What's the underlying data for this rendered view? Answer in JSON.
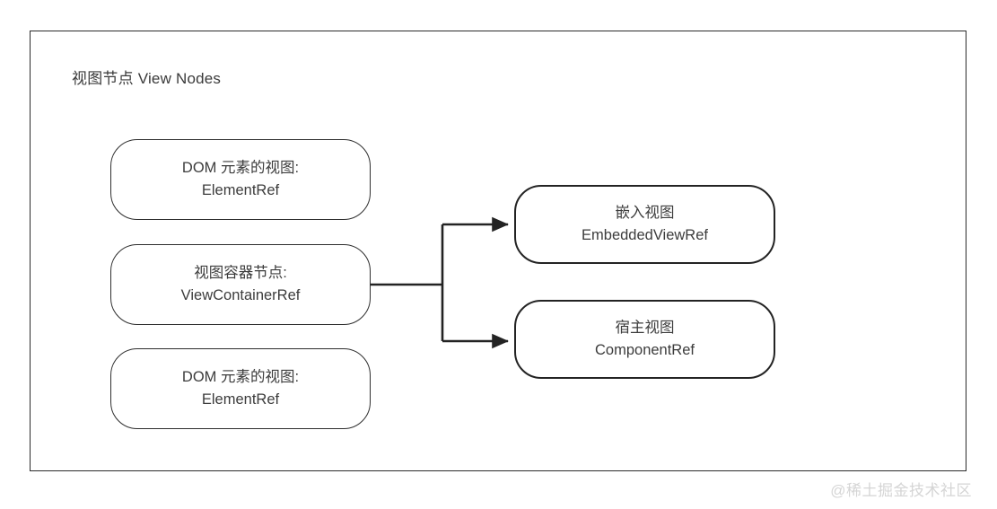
{
  "diagram": {
    "title": "视图节点 View Nodes",
    "watermark": "@稀土掘金技术社区",
    "stroke_color": "#2e2e2e",
    "text_color": "#3c3c3c",
    "background_color": "#ffffff",
    "watermark_color": "#d5d5d5",
    "left_nodes": [
      {
        "id": "elementref-top",
        "line1": "DOM 元素的视图:",
        "line2": "ElementRef"
      },
      {
        "id": "viewcontainerref",
        "line1": "视图容器节点:",
        "line2": "ViewContainerRef"
      },
      {
        "id": "elementref-bottom",
        "line1": "DOM 元素的视图:",
        "line2": "ElementRef"
      }
    ],
    "right_nodes": [
      {
        "id": "embeddedviewref",
        "line1": "嵌入视图",
        "line2": "EmbeddedViewRef"
      },
      {
        "id": "componentref",
        "line1": "宿主视图",
        "line2": "ComponentRef"
      }
    ],
    "edges": [
      {
        "from": "viewcontainerref",
        "to": "embeddedviewref",
        "arrow": "triangle"
      },
      {
        "from": "viewcontainerref",
        "to": "componentref",
        "arrow": "triangle"
      }
    ]
  }
}
